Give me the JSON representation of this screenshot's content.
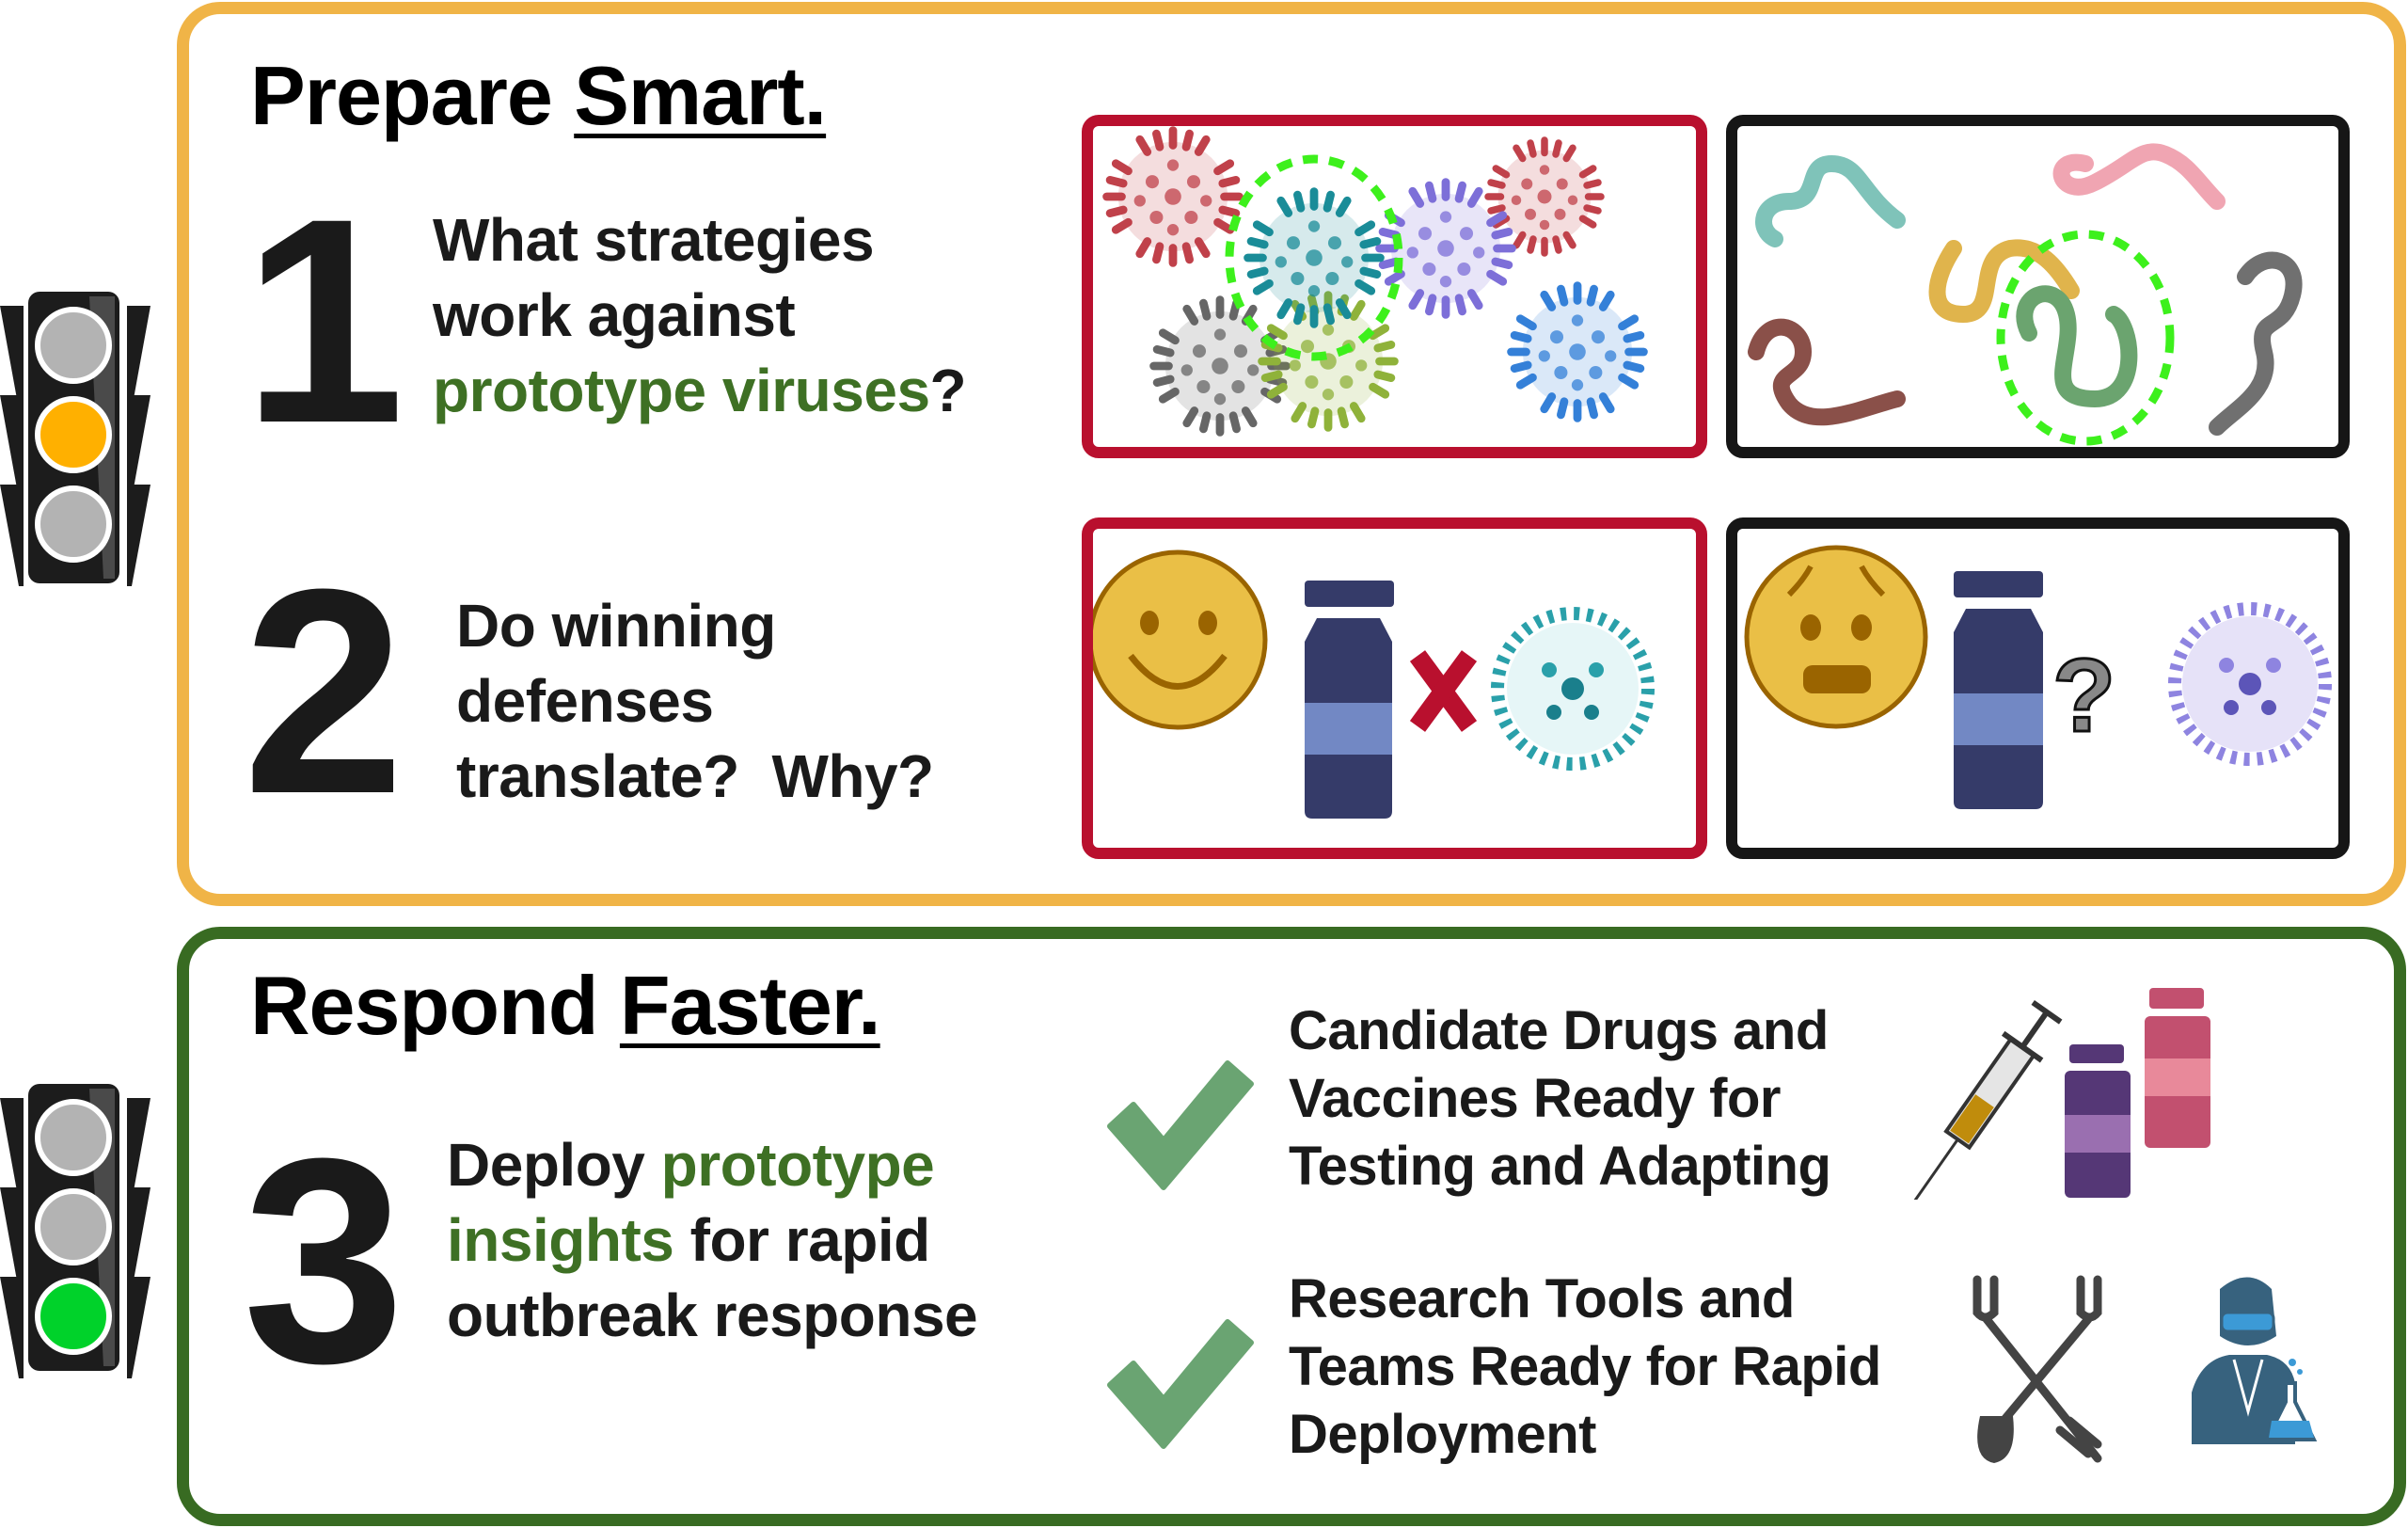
{
  "colors": {
    "prepare_border": "#f0b447",
    "respond_border": "#386b22",
    "highlight_text": "#3e7024",
    "panel_red": "#b9102e",
    "panel_black": "#161616",
    "check_green": "#6aa472",
    "light_amber": "#ffb000",
    "light_green": "#00d22a",
    "light_off": "#b3b3b3"
  },
  "traffic_lights": [
    {
      "name": "amber-light",
      "active": "middle"
    },
    {
      "name": "green-light",
      "active": "bottom"
    }
  ],
  "prepare": {
    "heading_plain": "Prepare ",
    "heading_underlined": "Smart.",
    "step1": {
      "number": "1",
      "line1": "What strategies",
      "line2": "work against",
      "line3_highlight": "prototype viruses",
      "line3_tail": "?"
    },
    "step2": {
      "number": "2",
      "line1": "Do winning",
      "line2": "defenses",
      "line3": "translate?  Why?"
    },
    "panels": [
      {
        "id": "prototype-viruses-spherical",
        "border": "red",
        "content": "group of spherical viruses, one circled with green dashed line"
      },
      {
        "id": "prototype-viruses-filamentous",
        "border": "black",
        "content": "group of filamentous viruses, one circled with green dashed line"
      },
      {
        "id": "defense-works",
        "border": "red",
        "content": "smiley face, vaccine vial, red X, virus"
      },
      {
        "id": "defense-unknown",
        "border": "black",
        "content": "worried face, vaccine vial, question mark, virus"
      }
    ],
    "question_mark": "?"
  },
  "respond": {
    "heading_plain": "Respond ",
    "heading_underlined": "Faster.",
    "step3": {
      "number": "3",
      "line1_plain": "Deploy ",
      "line1_highlight": "prototype",
      "line2_highlight": "insights",
      "line2_plain": " for rapid",
      "line3": "outbreak response"
    },
    "items": [
      {
        "line1": "Candidate Drugs and",
        "line2": "Vaccines Ready for",
        "line3": "Testing and Adapting",
        "icon": "syringe-and-vials"
      },
      {
        "line1": "Research Tools and",
        "line2": "Teams Ready for Rapid",
        "line3": "Deployment",
        "icon": "tools-and-scientist"
      }
    ]
  }
}
